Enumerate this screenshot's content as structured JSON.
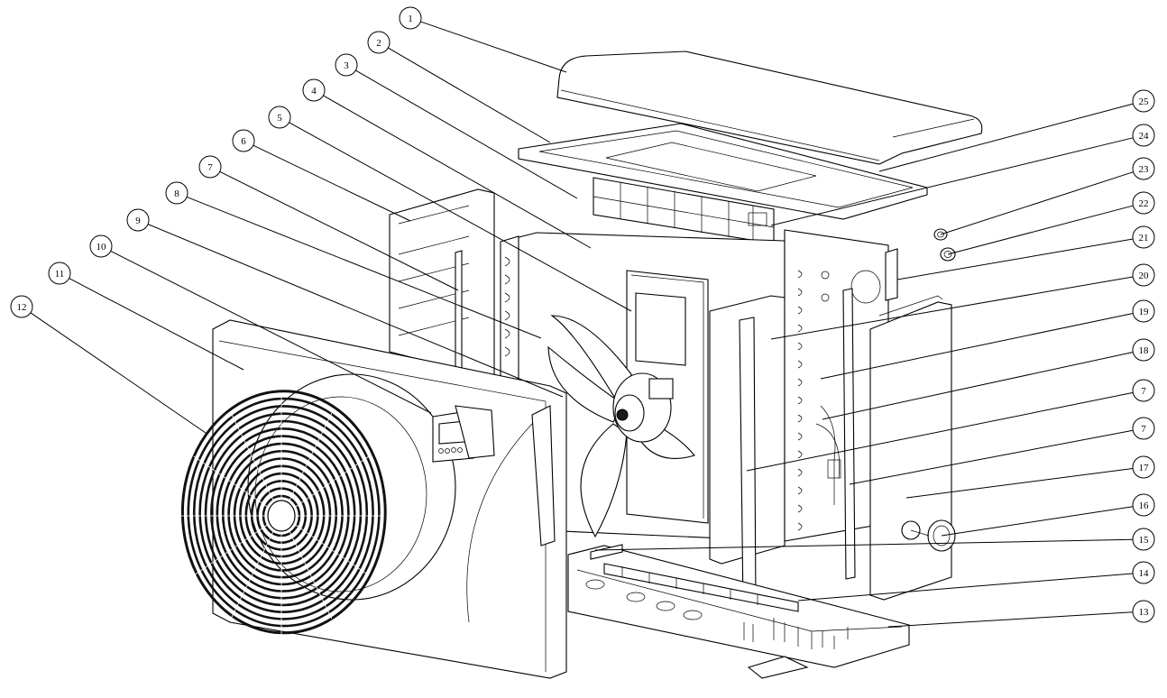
{
  "callouts": {
    "left": [
      "1",
      "2",
      "3",
      "4",
      "5",
      "6",
      "7",
      "8",
      "9",
      "10",
      "11",
      "12"
    ],
    "right": [
      "25",
      "24",
      "23",
      "22",
      "21",
      "20",
      "19",
      "18",
      "7",
      "7",
      "17",
      "16",
      "15",
      "14",
      "13"
    ]
  },
  "colors": {
    "line": "#000000",
    "background": "#ffffff",
    "grille": "#111111"
  }
}
